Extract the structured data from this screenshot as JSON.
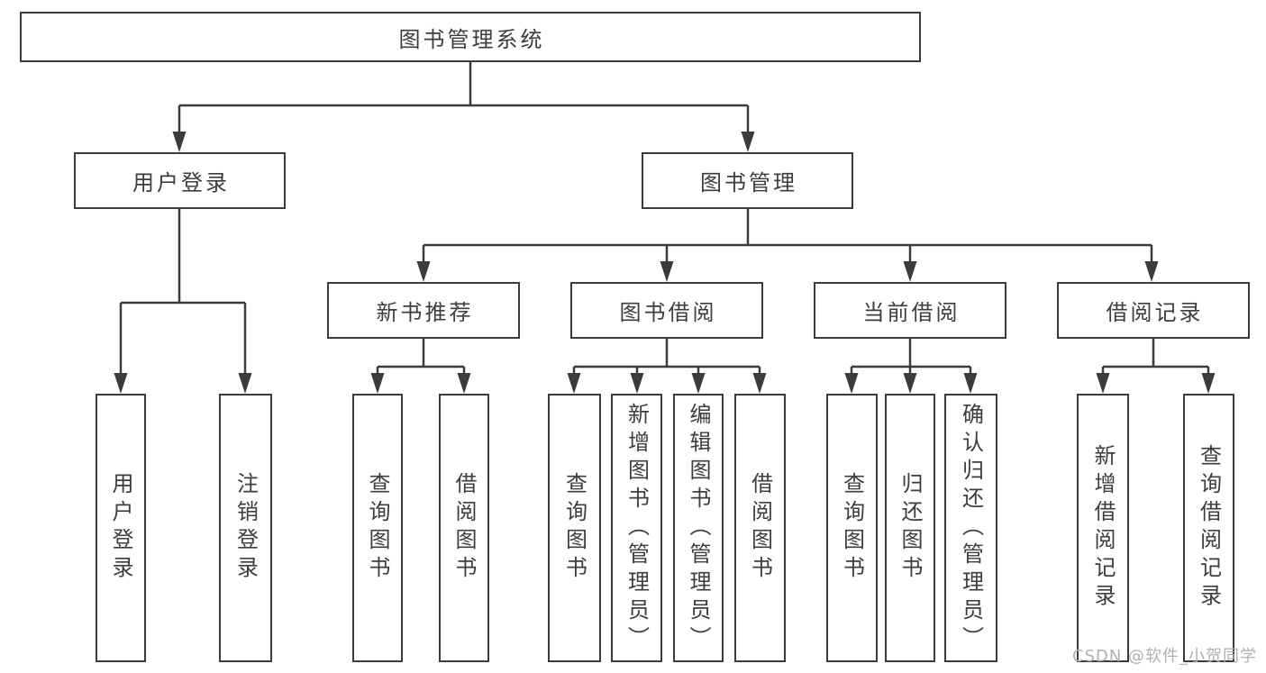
{
  "tree": {
    "root": {
      "label": "图书管理系统"
    },
    "branches": [
      {
        "label": "用户登录",
        "children": [
          {
            "label": "用户登录"
          },
          {
            "label": "注销登录"
          }
        ]
      },
      {
        "label": "图书管理",
        "children": [
          {
            "label": "新书推荐",
            "children": [
              {
                "label": "查询图书"
              },
              {
                "label": "借阅图书"
              }
            ]
          },
          {
            "label": "图书借阅",
            "children": [
              {
                "label": "查询图书"
              },
              {
                "label": "新增图书（管理员）"
              },
              {
                "label": "编辑图书（管理员）"
              },
              {
                "label": "借阅图书"
              }
            ]
          },
          {
            "label": "当前借阅",
            "children": [
              {
                "label": "查询图书"
              },
              {
                "label": "归还图书"
              },
              {
                "label": "确认归还（管理员）"
              }
            ]
          },
          {
            "label": "借阅记录",
            "children": [
              {
                "label": "新增借阅记录"
              },
              {
                "label": "查询借阅记录"
              }
            ]
          }
        ]
      }
    ]
  },
  "watermark": {
    "text": "CSDN @软件_小贺同学"
  },
  "colors": {
    "line": "#3b3b3b",
    "text": "#3d3d3d",
    "background": "#ffffff",
    "watermark": "#b0b0b0"
  }
}
